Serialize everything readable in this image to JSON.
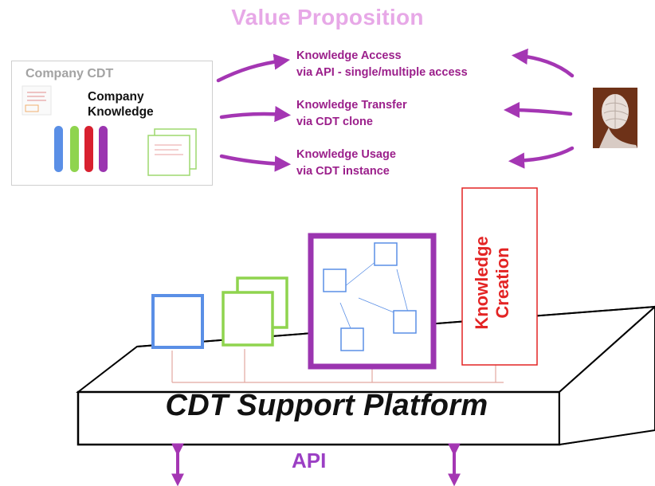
{
  "title": "Value Proposition",
  "value_items": [
    {
      "line1": "Knowledge Access",
      "line2": "via API - single/multiple access"
    },
    {
      "line1": "Knowledge Transfer",
      "line2": "via CDT clone"
    },
    {
      "line1": "Knowledge Usage",
      "line2": "via CDT instance"
    }
  ],
  "company": {
    "title": "Company CDT",
    "knowledge_line1": "Company",
    "knowledge_line2": "Knowledge"
  },
  "knowledge_creation": {
    "line1": "Knowledge",
    "line2": "Creation"
  },
  "platform_label": "CDT Support Platform",
  "api_label": "API",
  "colors": {
    "title": "#e7a8e7",
    "value_text": "#9b1f8b",
    "arrow": "#a436b3",
    "blue": "#5a8fe6",
    "green": "#8fd44e",
    "red": "#d8202f",
    "purple": "#9b35b0",
    "knowledge_creation": "#e32424",
    "api": "#9b3fc4"
  }
}
